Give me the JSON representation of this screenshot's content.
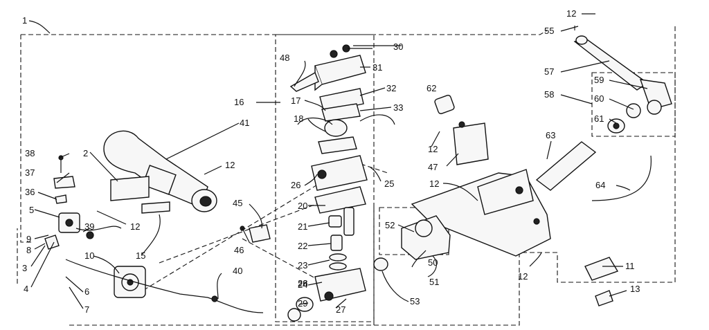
{
  "diagram": {
    "callouts": [
      "1",
      "2",
      "3",
      "4",
      "5",
      "6",
      "7",
      "8",
      "9",
      "10",
      "11",
      "12",
      "12",
      "12",
      "12",
      "12",
      "12",
      "13",
      "15",
      "16",
      "17",
      "18",
      "20",
      "21",
      "22",
      "23",
      "24",
      "25",
      "26",
      "26",
      "27",
      "28",
      "29",
      "30",
      "31",
      "32",
      "33",
      "36",
      "37",
      "38",
      "39",
      "40",
      "41",
      "45",
      "46",
      "47",
      "48",
      "50",
      "51",
      "52",
      "53",
      "55",
      "57",
      "58",
      "59",
      "60",
      "61",
      "62",
      "63",
      "64"
    ]
  }
}
